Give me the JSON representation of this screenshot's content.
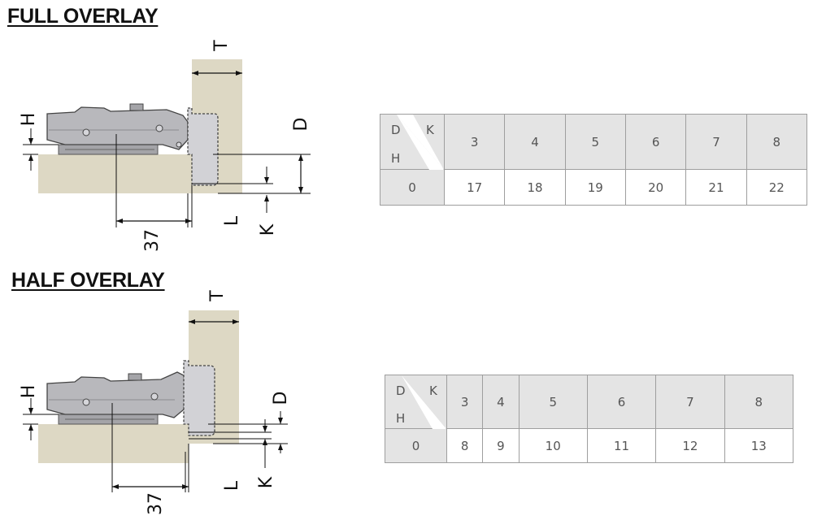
{
  "sections": [
    {
      "title": "FULL OVERLAY",
      "dims": {
        "t": "T",
        "d": "D",
        "h": "H",
        "l": "L",
        "k": "K",
        "dist": "37"
      },
      "table": {
        "corner": {
          "d": "D",
          "k": "K",
          "h": "H"
        },
        "k_values": [
          "3",
          "4",
          "5",
          "6",
          "7",
          "8"
        ],
        "h_value": "0",
        "d_values": [
          "17",
          "18",
          "19",
          "20",
          "21",
          "22"
        ]
      }
    },
    {
      "title": "HALF OVERLAY",
      "dims": {
        "t": "T",
        "d": "D",
        "h": "H",
        "l": "L",
        "k": "K",
        "dist": "37"
      },
      "table": {
        "corner": {
          "d": "D",
          "k": "K",
          "h": "H"
        },
        "k_values": [
          "3",
          "4",
          "5",
          "6",
          "7",
          "8"
        ],
        "h_value": "0",
        "d_values": [
          "8",
          "9",
          "10",
          "11",
          "12",
          "13"
        ]
      }
    }
  ],
  "colors": {
    "wood": "#ddd8c4",
    "hinge_body": "#b8b8bc",
    "header_cell": "#e4e4e4",
    "grid_line": "#9e9e9e"
  }
}
